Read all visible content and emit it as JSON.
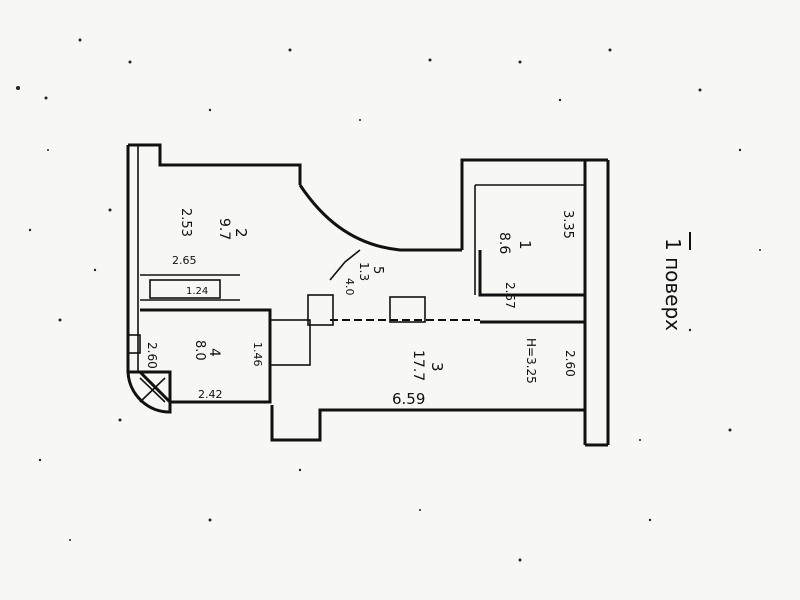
{
  "plan": {
    "floor_label": "1 поверх",
    "rooms": [
      {
        "number": "1",
        "area": "8.6",
        "dim_a": "3.35",
        "dim_b": "2.57"
      },
      {
        "number": "2",
        "area": "9.7",
        "dim_a": "2.53",
        "dim_b": "2.65"
      },
      {
        "number": "3",
        "area": "17.7",
        "dim_a": "6.59",
        "dim_b": "2.60",
        "dim_c": "H=3.25"
      },
      {
        "number": "4",
        "area": "8.0",
        "dim_a": "1.46",
        "dim_b": "2.42"
      },
      {
        "number": "5",
        "area": "1.3",
        "dim_a": "4.0"
      }
    ],
    "extra_dims": [
      "2.60",
      "1.24"
    ]
  }
}
